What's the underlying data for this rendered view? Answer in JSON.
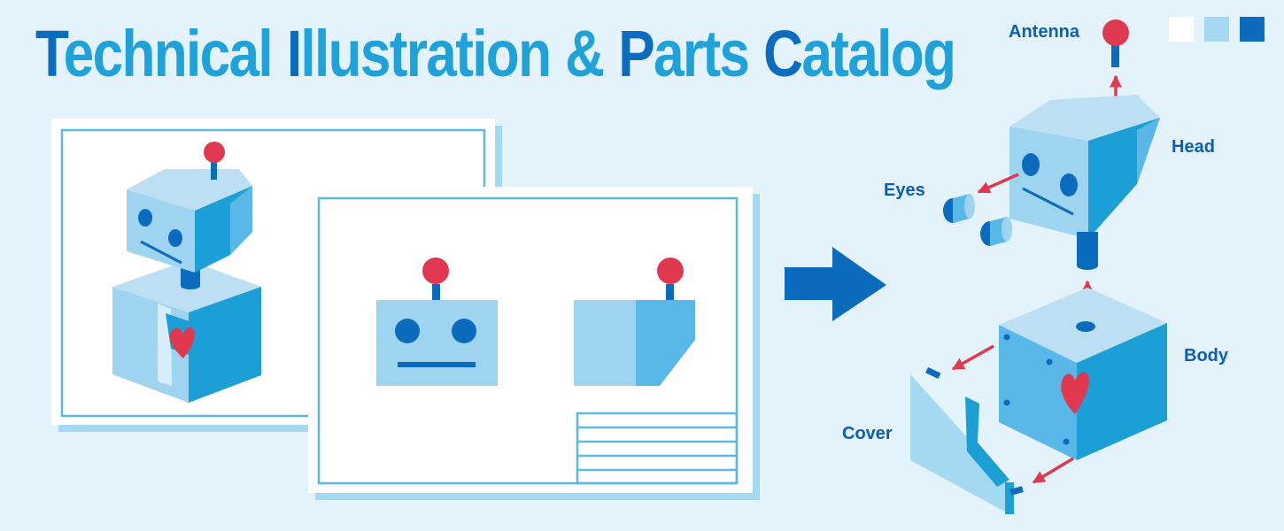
{
  "title": {
    "words": [
      "Technical",
      "Illustration",
      "&",
      "Parts",
      "Catalog"
    ]
  },
  "labels": {
    "antenna": "Antenna",
    "head": "Head",
    "eyes": "Eyes",
    "body": "Body",
    "cover": "Cover"
  },
  "colors": {
    "background": "#e4f3fb",
    "title_light": "#1ea2d9",
    "title_dark": "#0b6bbd",
    "label": "#0b5fb0",
    "arrow": "#e0384e",
    "heart": "#e0384e",
    "swatches": [
      "#ffffff",
      "#a5d8f1",
      "#0b6bbd"
    ]
  },
  "icons": {
    "process_arrow": "right-arrow-icon",
    "explode_arrows": "arrow-icon"
  }
}
